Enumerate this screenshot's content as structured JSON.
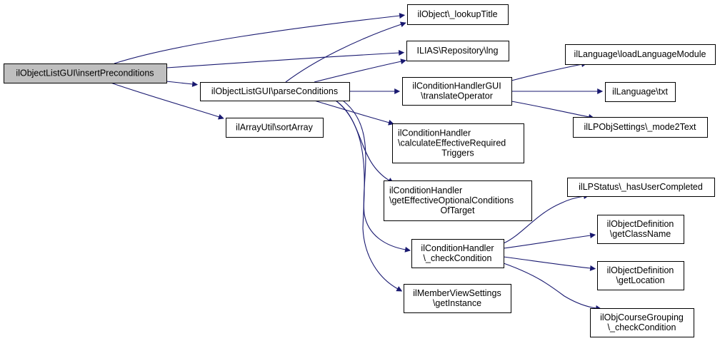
{
  "diagram": {
    "type": "call-graph",
    "colors": {
      "edge": "#191970",
      "root_fill": "#bfbfbf",
      "node_fill": "#ffffff",
      "border": "#000000"
    },
    "nodes": [
      {
        "id": "root",
        "lines": [
          "ilObjectListGUI\\insertPreconditions"
        ],
        "root": true
      },
      {
        "id": "lookupTitle",
        "lines": [
          "ilObject\\_lookupTitle"
        ]
      },
      {
        "id": "lng",
        "lines": [
          "ILIAS\\Repository\\lng"
        ]
      },
      {
        "id": "parseConditions",
        "lines": [
          "ilObjectListGUI\\parseConditions"
        ]
      },
      {
        "id": "sortArray",
        "lines": [
          "ilArrayUtil\\sortArray"
        ]
      },
      {
        "id": "translateOperator",
        "lines": [
          "ilConditionHandlerGUI",
          "\\translateOperator"
        ]
      },
      {
        "id": "loadLanguageModule",
        "lines": [
          "ilLanguage\\loadLanguageModule"
        ]
      },
      {
        "id": "txt",
        "lines": [
          "ilLanguage\\txt"
        ]
      },
      {
        "id": "mode2Text",
        "lines": [
          "ilLPObjSettings\\_mode2Text"
        ]
      },
      {
        "id": "calcRequired",
        "lines": [
          "ilConditionHandler",
          "\\calculateEffectiveRequired",
          "Triggers"
        ]
      },
      {
        "id": "getOptional",
        "lines": [
          "ilConditionHandler",
          "\\getEffectiveOptionalConditions",
          "OfTarget"
        ]
      },
      {
        "id": "checkCondition",
        "lines": [
          "ilConditionHandler",
          "\\_checkCondition"
        ]
      },
      {
        "id": "getInstance",
        "lines": [
          "ilMemberViewSettings",
          "\\getInstance"
        ]
      },
      {
        "id": "hasUserCompleted",
        "lines": [
          "ilLPStatus\\_hasUserCompleted"
        ]
      },
      {
        "id": "getClassName",
        "lines": [
          "ilObjectDefinition",
          "\\getClassName"
        ]
      },
      {
        "id": "getLocation",
        "lines": [
          "ilObjectDefinition",
          "\\getLocation"
        ]
      },
      {
        "id": "courseGrouping",
        "lines": [
          "ilObjCourseGrouping",
          "\\_checkCondition"
        ]
      }
    ],
    "edges": [
      {
        "from": "root",
        "to": "lookupTitle"
      },
      {
        "from": "root",
        "to": "lng"
      },
      {
        "from": "root",
        "to": "parseConditions"
      },
      {
        "from": "root",
        "to": "sortArray"
      },
      {
        "from": "parseConditions",
        "to": "lookupTitle"
      },
      {
        "from": "parseConditions",
        "to": "lng"
      },
      {
        "from": "parseConditions",
        "to": "translateOperator"
      },
      {
        "from": "parseConditions",
        "to": "calcRequired"
      },
      {
        "from": "parseConditions",
        "to": "getOptional"
      },
      {
        "from": "parseConditions",
        "to": "checkCondition"
      },
      {
        "from": "parseConditions",
        "to": "getInstance"
      },
      {
        "from": "translateOperator",
        "to": "loadLanguageModule"
      },
      {
        "from": "translateOperator",
        "to": "txt"
      },
      {
        "from": "translateOperator",
        "to": "mode2Text"
      },
      {
        "from": "checkCondition",
        "to": "hasUserCompleted"
      },
      {
        "from": "checkCondition",
        "to": "getClassName"
      },
      {
        "from": "checkCondition",
        "to": "getLocation"
      },
      {
        "from": "checkCondition",
        "to": "courseGrouping"
      }
    ]
  }
}
